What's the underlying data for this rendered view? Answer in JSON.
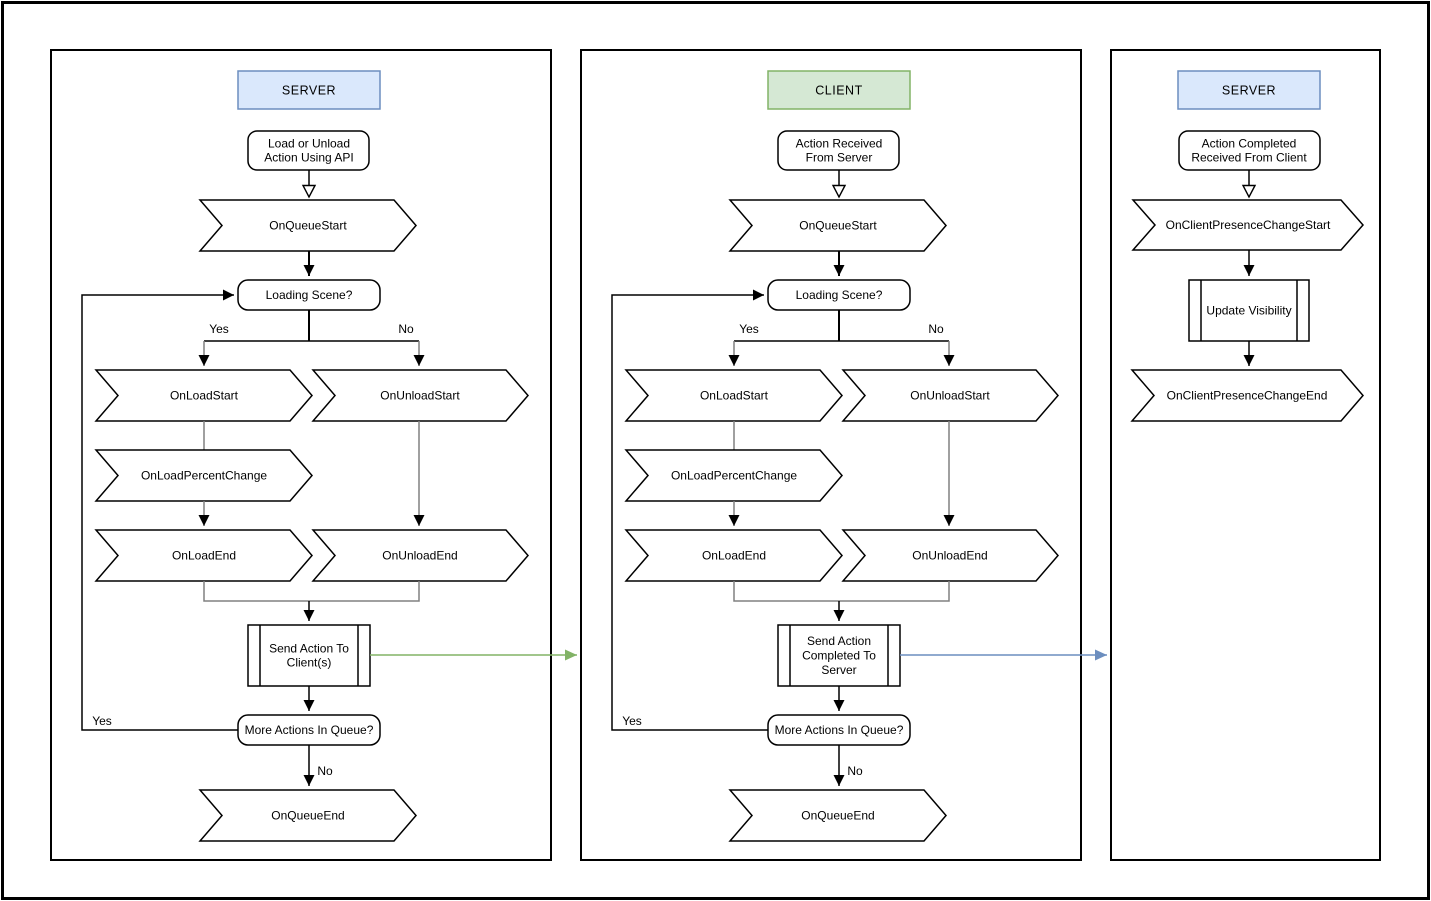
{
  "diagram_type": "flowchart",
  "colors": {
    "server_header_fill": "#dae8fc",
    "server_header_border": "#6c8ebf",
    "client_header_fill": "#d5e8d4",
    "client_header_border": "#82b366",
    "server_to_client_arrow": "#82b366",
    "client_to_server_arrow": "#6c8ebf"
  },
  "panels": [
    {
      "header": "SERVER",
      "start": {
        "line1": "Load or Unload",
        "line2": "Action Using API"
      },
      "on_queue_start": "OnQueueStart",
      "loading_scene": "Loading Scene?",
      "branch_yes": "Yes",
      "branch_no": "No",
      "on_load_start": "OnLoadStart",
      "on_unload_start": "OnUnloadStart",
      "on_load_percent_change": "OnLoadPercentChange",
      "on_load_end": "OnLoadEnd",
      "on_unload_end": "OnUnloadEnd",
      "send_action": {
        "line1": "Send Action To",
        "line2": "Client(s)"
      },
      "more_actions": "More Actions In Queue?",
      "loop_yes": "Yes",
      "queue_no": "No",
      "on_queue_end": "OnQueueEnd"
    },
    {
      "header": "CLIENT",
      "start": {
        "line1": "Action Received",
        "line2": "From Server"
      },
      "on_queue_start": "OnQueueStart",
      "loading_scene": "Loading Scene?",
      "branch_yes": "Yes",
      "branch_no": "No",
      "on_load_start": "OnLoadStart",
      "on_unload_start": "OnUnloadStart",
      "on_load_percent_change": "OnLoadPercentChange",
      "on_load_end": "OnLoadEnd",
      "on_unload_end": "OnUnloadEnd",
      "send_action": {
        "line1": "Send Action",
        "line2": "Completed To",
        "line3": "Server"
      },
      "more_actions": "More Actions In Queue?",
      "loop_yes": "Yes",
      "queue_no": "No",
      "on_queue_end": "OnQueueEnd"
    },
    {
      "header": "SERVER",
      "start": {
        "line1": "Action Completed",
        "line2": "Received From Client"
      },
      "on_client_presence_change_start": "OnClientPresenceChangeStart",
      "update_visibility": "Update Visibility",
      "on_client_presence_change_end": "OnClientPresenceChangeEnd"
    }
  ]
}
